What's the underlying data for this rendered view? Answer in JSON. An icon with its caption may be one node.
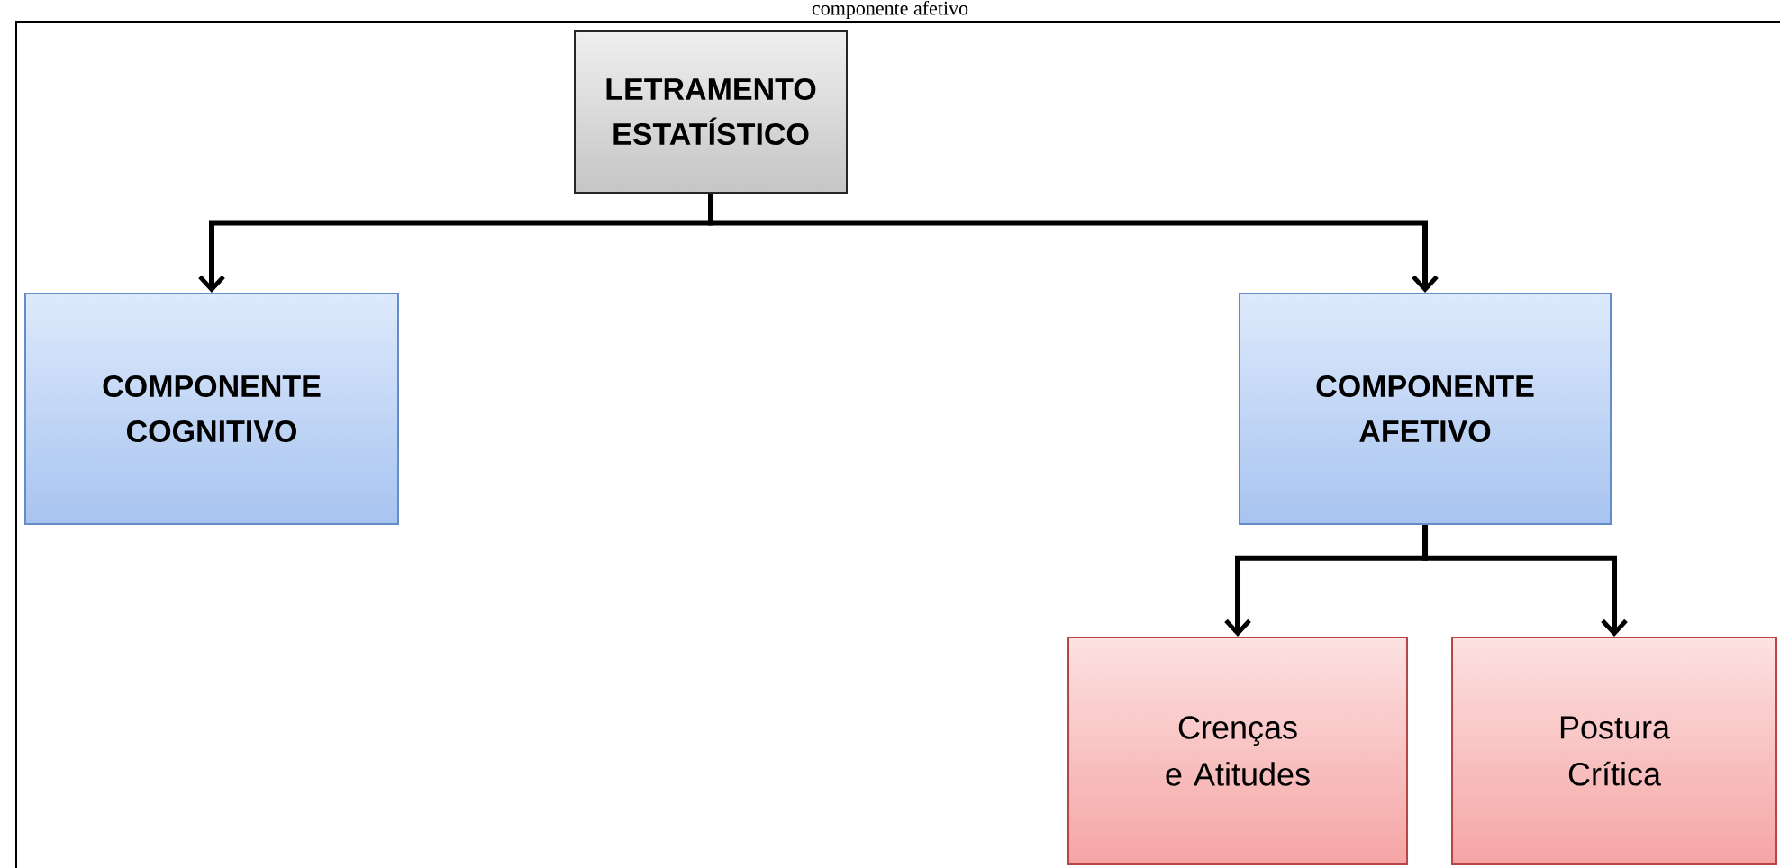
{
  "diagram": {
    "nodes": [
      {
        "text": [
          "LETRAMENTO ESTATÍSTICO"
        ]
      },
      {
        "text": [
          "COMPONENTE COGNITIVO"
        ]
      },
      {
        "text": [
          "COMPONENTE AFETIVO"
        ]
      },
      {
        "text": [
          "Crenças e Atitudes"
        ]
      },
      {
        "text": [
          "Postura Crítica"
        ]
      }
    ],
    "edges": [
      {
        "from": 0,
        "to": 1,
        "arrow": "to"
      },
      {
        "from": 0,
        "to": 2,
        "arrow": "to"
      },
      {
        "from": 2,
        "to": 3,
        "arrow": "to"
      },
      {
        "from": 2,
        "to": 4,
        "arrow": "to"
      }
    ],
    "labels": [
      "componente afetivo"
    ]
  }
}
